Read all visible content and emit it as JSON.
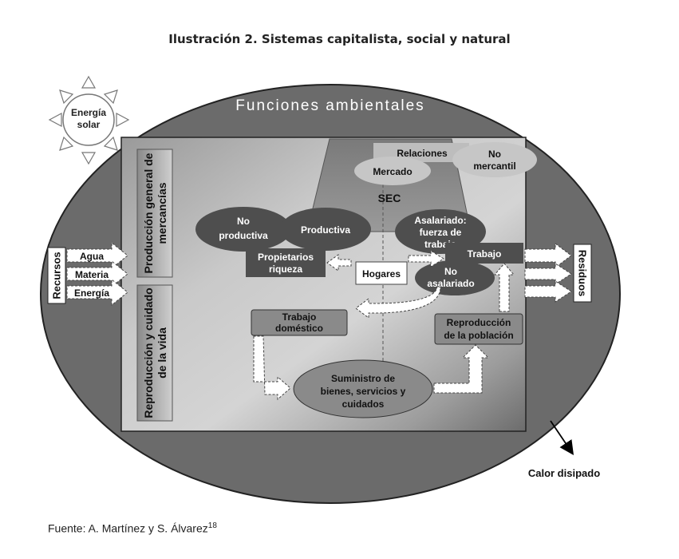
{
  "title": "Ilustración 2. Sistemas capitalista, social y natural",
  "source": "Fuente: A. Martínez y S. Álvarez",
  "source_note": "18",
  "sun": {
    "line1": "Energía",
    "line2": "solar"
  },
  "env_functions": "Funciones ambientales",
  "production_band": {
    "line1": "Producción general  de",
    "line2": "mercancías"
  },
  "reproduction_band": {
    "line1": "Reproducción y cuidado",
    "line2": "de la vida"
  },
  "resources": {
    "label": "Recursos",
    "items": [
      "Agua",
      "Materia",
      "Energía"
    ]
  },
  "waste": "Residuos",
  "heat": "Calor disipado",
  "sec": "SEC",
  "relaciones": "Relaciones",
  "mercado": "Mercado",
  "no_mercantil": {
    "line1": "No",
    "line2": "mercantil"
  },
  "no_productiva": {
    "line1": "No",
    "line2": "productiva"
  },
  "productiva": "Productiva",
  "asalariado": {
    "line1": "Asalariado:",
    "line2": "fuerza de",
    "line3": "trabajo"
  },
  "propietarios": {
    "line1": "Propietarios",
    "line2": "riqueza"
  },
  "hogares": "Hogares",
  "trabajo": "Trabajo",
  "no_asalariado": {
    "line1": "No",
    "line2": "asalariado"
  },
  "trabajo_domestico": {
    "line1": "Trabajo",
    "line2": "doméstico"
  },
  "reproduccion_poblacion": {
    "line1": "Reproducción",
    "line2": "de la población"
  },
  "suministro": {
    "line1": "Suministro de",
    "line2": "bienes, servicios y",
    "line3": "cuidados"
  }
}
